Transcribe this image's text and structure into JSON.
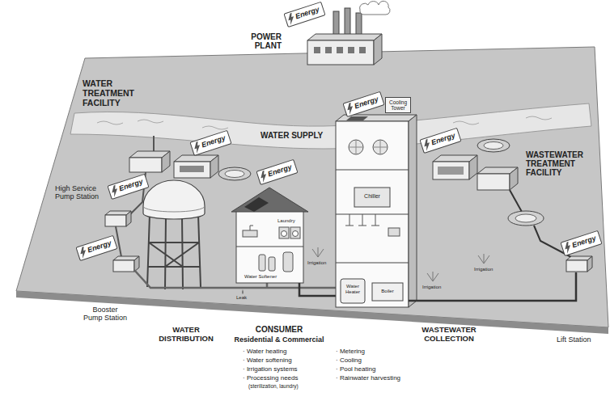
{
  "diagram": {
    "nodes": [
      {
        "text": [
          "Energy"
        ]
      },
      {
        "text": [
          "Energy"
        ]
      },
      {
        "text": [
          "Energy"
        ]
      },
      {
        "text": [
          "Cooling Tower"
        ]
      },
      {
        "text": [
          "Energy"
        ]
      },
      {
        "text": [
          "Energy"
        ]
      },
      {
        "text": [
          "Energy"
        ]
      },
      {
        "text": [
          "Energy"
        ]
      },
      {
        "text": [
          "Energy"
        ]
      }
    ],
    "labels": [
      "POWER PLANT",
      "WATER TREATMENT FACILITY",
      "WATER SUPPLY",
      "WASTEWATER TREATMENT FACILITY",
      "High Service Pump Station",
      "Booster Pump Station",
      "WATER DISTRIBUTION",
      "CONSUMER",
      "Residential & Commercial",
      "· Water heating",
      "· Water softening",
      "· Irrigation systems",
      "· Processing needs",
      "(sterilization, laundry)",
      "· Metering",
      "· Cooling",
      "· Pool heating",
      "· Rainwater harvesting",
      "WASTEWATER COLLECTION",
      "Lift Station",
      "Laundry",
      "Water Softener",
      "Irrigation",
      "Leak",
      "Chiller",
      "Water Heater",
      "Boiler",
      "Irrigation",
      "Irrigation"
    ]
  }
}
